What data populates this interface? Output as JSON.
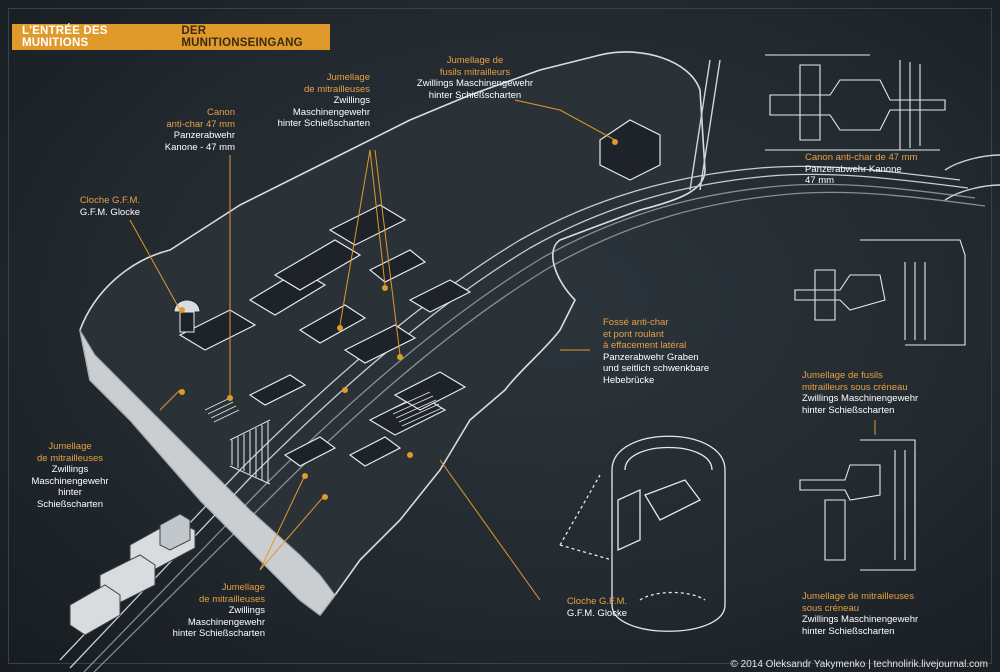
{
  "title": {
    "french": "L'ENTRÉE DES MUNITIONS",
    "german": "DER MUNITIONSEINGANG"
  },
  "labels": {
    "fusils_top": {
      "fr": "Jumellage de\nfusils mitrailleurs",
      "de": "Zwillings Maschinengewehr\nhinter Schießscharten"
    },
    "jumellage_center": {
      "fr": "Jumellage\nde mitrailleuses",
      "de": "Zwillings\nMaschinengewehr\nhinter Schießscharten"
    },
    "canon_left": {
      "fr": "Canon\nanti-char 47 mm",
      "de": "Panzerabwehr\nKanone - 47 mm"
    },
    "cloche_left": {
      "fr": "Cloche G.F.M.",
      "de": "G.F.M. Glocke"
    },
    "canon_right": {
      "fr": "Canon anti-char de 47 mm",
      "de": "Panzerabwehr Kanone\n47 mm"
    },
    "fosse": {
      "fr": "Fossé anti-char\net pont roulant\nà effacement latéral",
      "de": "Panzerabwehr Graben\nund seitlich schwenkbare\nHebebrücke"
    },
    "fusils_right": {
      "fr": "Jumellage de fusils\nmitrailleurs sous créneau",
      "de": "Zwillings Maschinengewehr\nhinter Schießscharten"
    },
    "jumellage_left": {
      "fr": "Jumellage\nde mitrailleuses",
      "de": "Zwillings\nMaschinengewehr\nhinter\nSchießscharten"
    },
    "jumellage_bottom": {
      "fr": "Jumellage\nde mitrailleuses",
      "de": "Zwillings\nMaschinengewehr\nhinter Schießscharten"
    },
    "cloche_bottom": {
      "fr": "Cloche G.F.M.",
      "de": "G.F.M. Glocke"
    },
    "jumellage_right": {
      "fr": "Jumellage de mitrailleuses\nsous créneau",
      "de": "Zwillings Maschinengewehr\nhinter Schießscharten"
    }
  },
  "credit": "© 2014 Oleksandr Yakymenko | technolirik.livejournal.com",
  "colors": {
    "board": "#222a30",
    "accent": "#e09a2b",
    "label_fr": "#e8a043",
    "line": "#e6e6e6"
  }
}
